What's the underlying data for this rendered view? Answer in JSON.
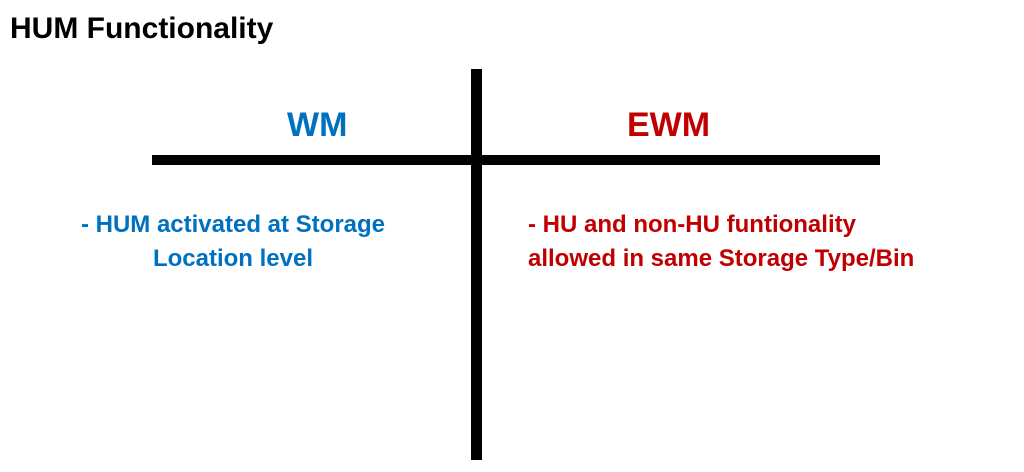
{
  "title": "HUM Functionality",
  "colors": {
    "wm": "#0070c0",
    "ewm": "#c00000",
    "lines": "#000000"
  },
  "columns": [
    {
      "heading": "WM",
      "lines": [
        "- HUM activated at Storage",
        "Location level"
      ]
    },
    {
      "heading": "EWM",
      "lines": [
        "- HU and non-HU funtionality",
        "allowed in same Storage Type/Bin"
      ]
    }
  ]
}
